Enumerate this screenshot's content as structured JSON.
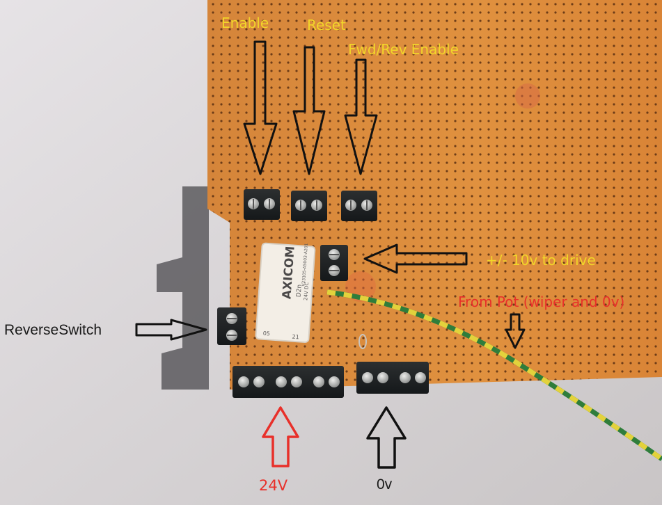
{
  "labels": {
    "enable": "Enable",
    "reset": "Reset",
    "fwd_rev_enable": "Fwd/Rev Enable",
    "drive": "+/- 10v to drive",
    "from_pot": "From Pot (wiper and 0v)",
    "reverse_switch": "ReverseSwitch",
    "v24": "24V",
    "v0": "0v"
  },
  "relay": {
    "brand": "AXICOM",
    "line1": "D2n",
    "line2": "24V DC",
    "line3": "V23105-A5003-A201",
    "code_left": "05",
    "code_right": "21"
  },
  "colors": {
    "board": "#d98a3a",
    "annotation_yellow": "#f2d629",
    "annotation_red": "#e8302a",
    "annotation_black": "#1a1a1a",
    "wire_yellow": "#e3d23c",
    "wire_green": "#2f7d3b"
  }
}
